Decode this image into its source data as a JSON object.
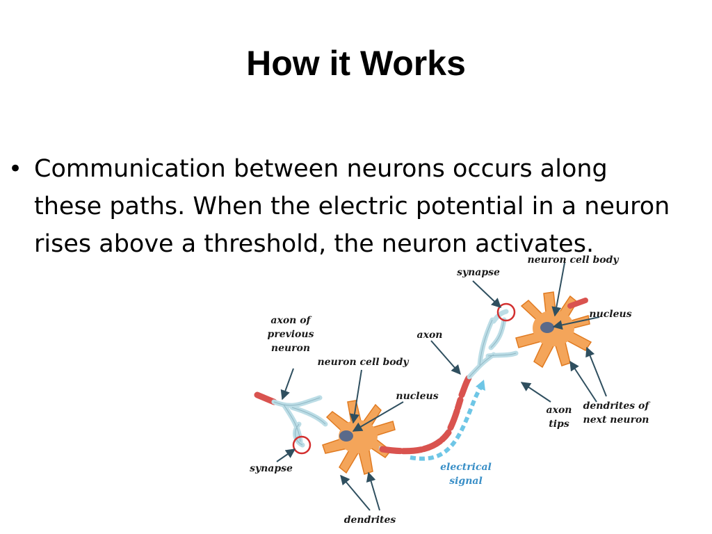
{
  "slide": {
    "title": "How it Works",
    "bullet": {
      "marker": "•",
      "lines": [
        " Communication between neurons occurs along",
        "these paths. When the electric potential in a neuron",
        "rises above a threshold, the neuron activates."
      ]
    }
  },
  "diagram": {
    "labels": {
      "axon_prev_1": "axon of",
      "axon_prev_2": "previous",
      "axon_prev_3": "neuron",
      "cell_body_left": "neuron cell body",
      "nucleus_left": "nucleus",
      "synapse_left": "synapse",
      "dendrites": "dendrites",
      "electrical_1": "electrical",
      "electrical_2": "signal",
      "axon": "axon",
      "synapse_right": "synapse",
      "cell_body_right": "neuron cell body",
      "nucleus_right": "nucleus",
      "axon_tips_1": "axon",
      "axon_tips_2": "tips",
      "dendrites_next_1": "dendrites of",
      "dendrites_next_2": "next neuron"
    },
    "colors": {
      "neuron": "#f4a55a",
      "neuron_outline": "#e07a20",
      "nucleus": "#5a6a8a",
      "axon_sheath": "#d9534f",
      "terminal": "#bcdde6",
      "signal": "#6ec6e6",
      "synapse_ring": "#d32f2f",
      "arrow": "#2f4f5f"
    }
  }
}
